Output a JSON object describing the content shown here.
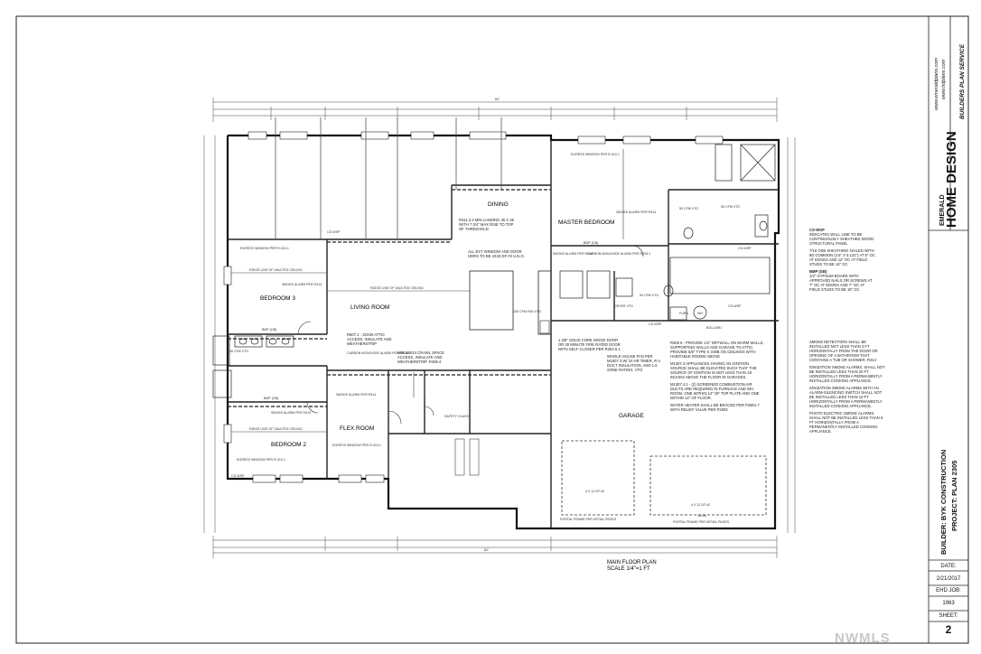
{
  "drawing": {
    "title": "MAIN FLOOR PLAN",
    "scale": "SCALE 1/4\"=1 FT",
    "overall_dimension_top": "62'",
    "overall_dimension_bottom": "62'"
  },
  "rooms": {
    "dining": "DINING",
    "master_bedroom": "MASTER BEDROOM",
    "bedroom_3": "BEDROOM 3",
    "living_room": "LIVING ROOM",
    "flex_room": "FLEX ROOM",
    "bedroom_2": "BEDROOM 2",
    "garage": "GARAGE"
  },
  "labels": {
    "egress_window": "EGRESS WINDOW PER R-310.1",
    "smoke_alarm": "SMOKE ALARM PER R314",
    "ridge_line": "RIDGE LINE OF VAULTED CEILING",
    "carbon_monoxide": "CARBON MONOXIDE ALARM PER R315.1",
    "cfm_vto": "50 CFM VTO",
    "fan_vto": "100 CFM FAN VTO",
    "dryer_vto": "DRYER VTO",
    "cs_wsp": "CS-WSP",
    "bmp_gb": "BMP (GB)",
    "portal_frame": "PORTAL FRAME PER DETAIL PAGES",
    "header_left": "4 X 12 DF #2",
    "header_right": "4 X 12 DF #2",
    "garage_door_left": "16'/08",
    "bollard": "BOLLARD",
    "safety_glass": "SAFETY GLASS",
    "furn": "FURN",
    "wh": "WH"
  },
  "notes": {
    "cs_wsp_title": "CS-WSP",
    "cs_wsp_body": "INDICATES WALL LINE TO BE CONTINUOUSLY SHEATHED WOOD STRUCTURAL PANEL",
    "sheathing": "7/16 OSB SHEATHING NAILED WITH 8D COMMON (2.5\" X 0.131\") AT 6\" OC AT EDGES AND 12\" OC AT FIELD STUDS TO BE 16\" OC",
    "bmp_title": "BMP (GB)",
    "bmp_body": "1/2\" GYPSUM BOARD WITH APPROVED NAILS OR SCREWS AT 7\" OC AT EDGES AND 7\" OC AT FIELD STUDS TO BE 16\" OC",
    "smoke_detectors": "SMOKE DETECTORS SHALL BE INSTALLED NOT LESS THAN 3 FT HORIZONTALLY FROM THE DOOR OR OPENING OF A BATHROOM THAT CONTAINS A TUB OR SHOWER. R314",
    "ionization": "IONIZATION SMOKE ALARMS: SHALL NOT BE INSTALLED LESS THAN 20 FT HORIZONTALLY FROM A PERMANENTLY INSTALLED COOKING APPLIANCE.",
    "ionization_silencing": "IONIZATION SMOKE ALARMS WITH AN ALARM-SILENCING SWITCH SHALL NOT BE INSTALLED LESS THAN 10 FT HORIZONTALLY FROM A PERMANENTLY INSTALLED COOKING APPLIANCE.",
    "photo_electric": "PHOTO ELECTRIC SMOKE ALARMS: SHALL NOT BE INSTALLED LESS THAN 6 FT HORIZONTALLY FROM A PERMANENTLY INSTALLED COOKING APPLIANCE.",
    "drywall": "R302.6 - PROVIDE 1/2\" DRYWALL ON WARM WALLS, SUPPORTING WALLS AND GARAGE TO ATTIC. PROVIDE 5/8\" TYPE X GWB ON CEILINGS WITH HABITABLE ROOMS ABOVE",
    "appliances": "M1307.3 APPLIANCES HAVING AN IGNITION SOURCE SHALL BE ELEVATED SUCH THAT THE SOURCE OF IGNITION IS NOT LESS THAN 18 INCHES ABOVE THE FLOOR IN GARAGES.",
    "combustion": "M1307.4.1 - (2) SCREENED COMBUSTION AIR DUCTS ARE REQUIRED IN FURNACE AND WH ROOM. ONE WITHIN 12\" OF TOP PLATE AND ONE WITHIN 12\" OF FLOOR.",
    "water_heater": "WATER HEATER SHALL BE BRACED PER P2801.7 WITH RELIEF VALVE PER P2803",
    "door": "1 3/8\" SOLID CORE WOOD DOOR OR 20 MINUTE FIRE RATED DOOR WITH SELF CLOSER PER R302.5.1",
    "whole_house_fan": "WHOLE HOUSE FAN PER M1507.3 W/ 24 HR TIMER, R-4 DUCT INSULATION, AND 1.5 SONE RATING. VTO",
    "window_door": "ALL EXT WINDOW AND DOOR HDRS TO BE 4X10 DF #2 U.N.O.",
    "landing": "R311.3.2 MIN LANDING 36 X 36 WITH 7 3/4\" MAX RISE TO TOP OF THRESHOLD",
    "attic_access": "R807.1 - 22X30 ATTIC ACCESS, INSULATE AND WEATHERSTRIP",
    "crawl_access": "MIN 18X24 CRAWL SPACE ACCESS, INSULATE AND WEATHERSTRIP. R408.4"
  },
  "title_block": {
    "company_line1": "EMERALD",
    "company_line2": "HOME DESIGN",
    "service": "BUILDERS PLAN SERVICE",
    "website1": "www.emeraldplans.com",
    "website2": "www.hdplans.com",
    "builder": "BUILDER: BYK CONSTRUCTION",
    "project": "PROJECT: PLAN 2305",
    "date_label": "DATE:",
    "date_value": "2/21/2017",
    "job_label": "EHD JOB:",
    "job_value": "1963",
    "sheet_label": "SHEET:",
    "sheet_value": "2"
  },
  "watermark": "NWMLS"
}
